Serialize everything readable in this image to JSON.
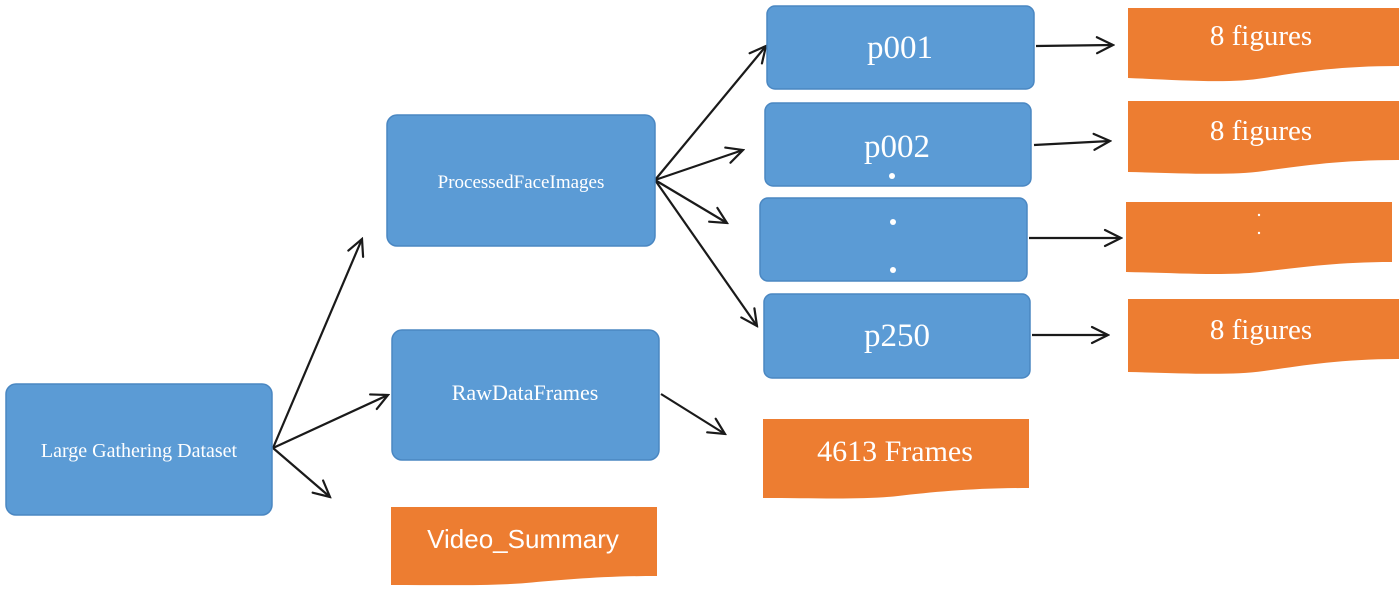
{
  "colors": {
    "box_fill": "#5b9bd5",
    "box_stroke": "#4a87c2",
    "tag_fill": "#ed7d31",
    "arrow": "#1a1a1a",
    "text": "#ffffff"
  },
  "nodes": {
    "root": "Large Gathering Dataset",
    "processed": "ProcessedFaceImages",
    "raw": "RawDataFrames",
    "p001": "p001",
    "p002": "p002",
    "p250": "p250"
  },
  "tags": {
    "p001_count": "8 figures",
    "p002_count": "8 figures",
    "p250_count": "8 figures",
    "frames_count": "4613 Frames",
    "video_summary": "Video_Summary"
  }
}
